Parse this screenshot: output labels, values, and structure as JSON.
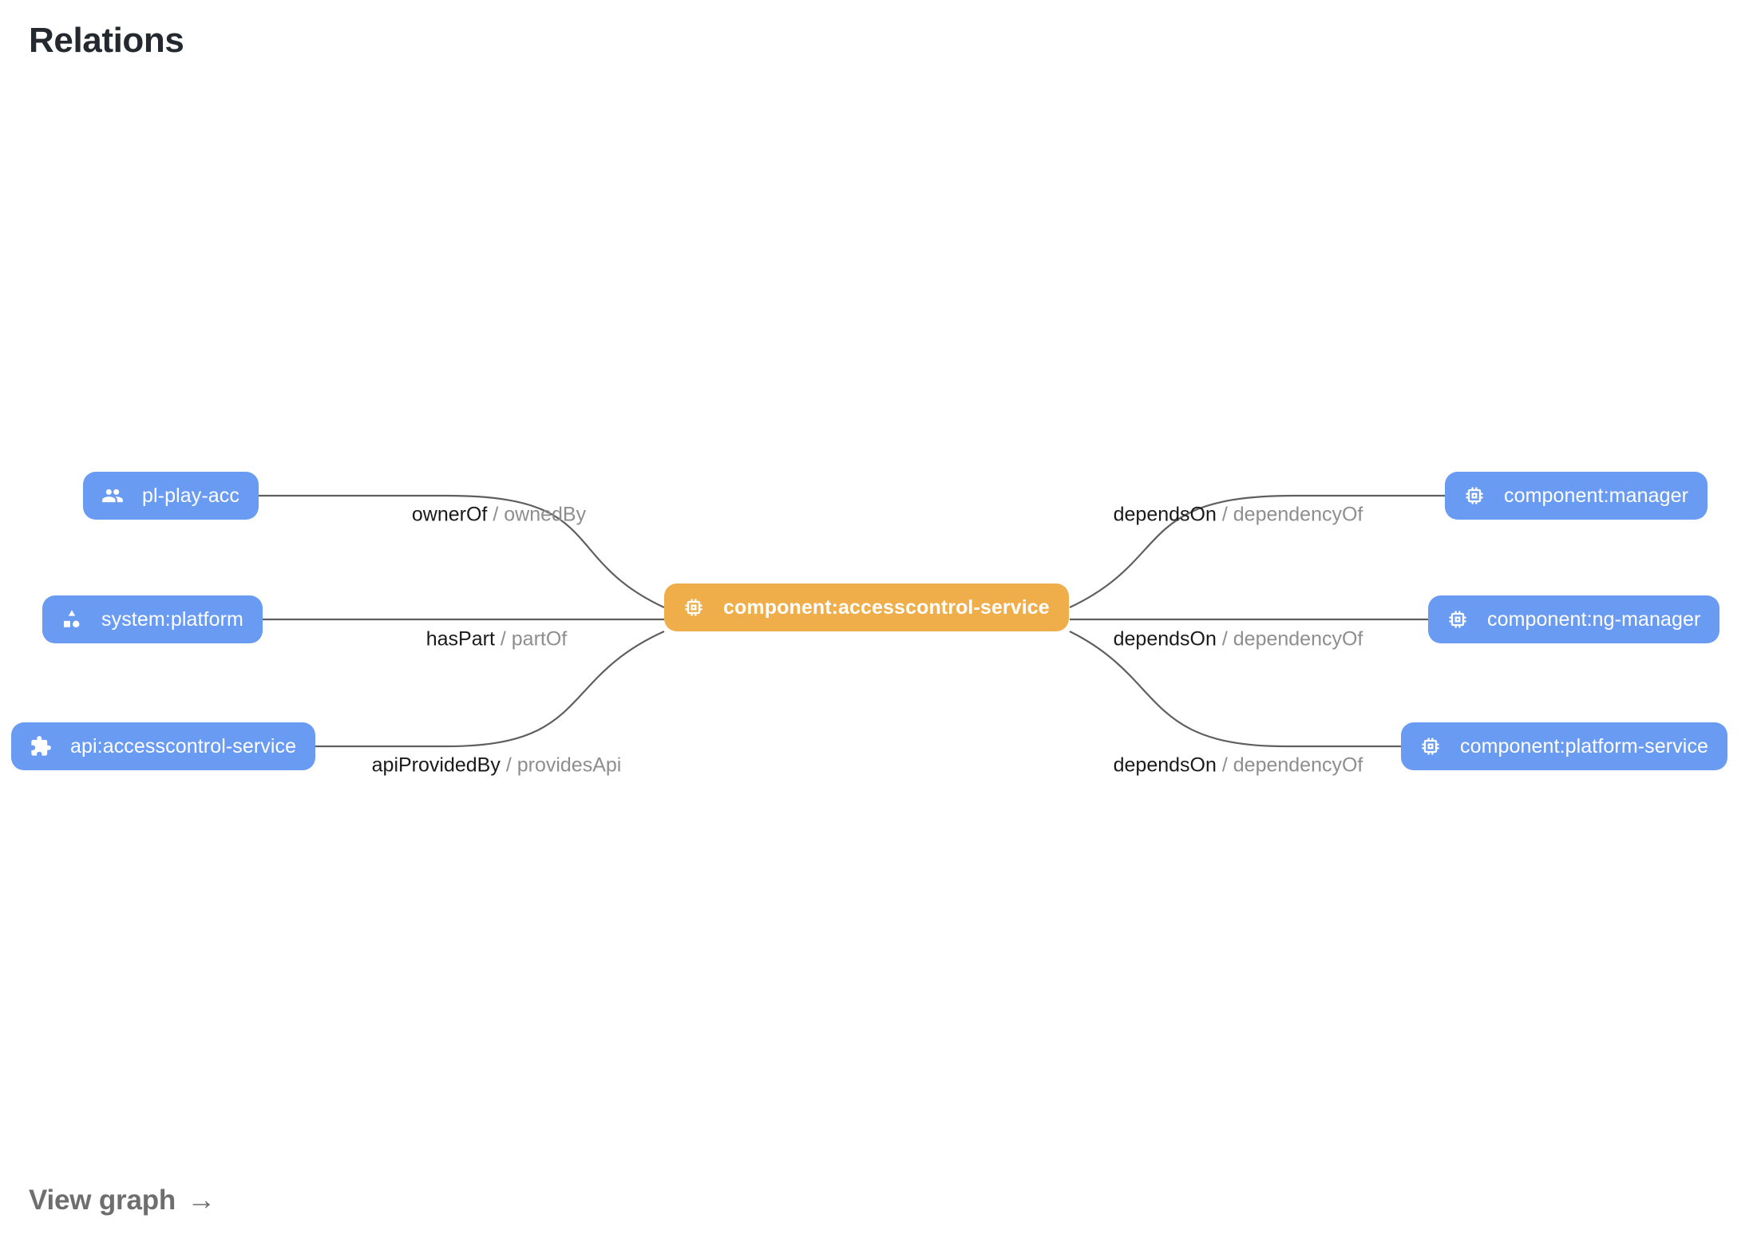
{
  "page": {
    "title": "Relations"
  },
  "footer": {
    "view_graph_label": "View graph",
    "arrow_glyph": "→"
  },
  "colors": {
    "node_default": "#6a9bf2",
    "node_focus": "#efae4a",
    "node_text": "#ffffff",
    "edge_line": "#5f5f5f",
    "edge_label_primary": "#1a1a1a",
    "edge_label_secondary": "#8e8e8e",
    "title_text": "#24292f",
    "link_text": "#6e6e6e",
    "background": "#ffffff"
  },
  "graph": {
    "focus_node": {
      "id": "component:accesscontrol-service",
      "label": "component:accesscontrol-service",
      "icon": "memory-chip-icon",
      "kind": "component"
    },
    "left_nodes": [
      {
        "id": "pl-play-acc",
        "label": "pl-play-acc",
        "icon": "group-people-icon",
        "kind": "group"
      },
      {
        "id": "system:platform",
        "label": "system:platform",
        "icon": "category-shapes-icon",
        "kind": "system"
      },
      {
        "id": "api:accesscontrol-service",
        "label": "api:accesscontrol-service",
        "icon": "puzzle-extension-icon",
        "kind": "api"
      }
    ],
    "right_nodes": [
      {
        "id": "component:manager",
        "label": "component:manager",
        "icon": "memory-chip-icon",
        "kind": "component"
      },
      {
        "id": "component:ng-manager",
        "label": "component:ng-manager",
        "icon": "memory-chip-icon",
        "kind": "component"
      },
      {
        "id": "component:platform-service",
        "label": "component:platform-service",
        "icon": "memory-chip-icon",
        "kind": "component"
      }
    ],
    "edges": [
      {
        "source": "pl-play-acc",
        "target": "component:accesscontrol-service",
        "forward": "ownerOf",
        "separator": "/",
        "reverse": "ownedBy"
      },
      {
        "source": "system:platform",
        "target": "component:accesscontrol-service",
        "forward": "hasPart",
        "separator": "/",
        "reverse": "partOf"
      },
      {
        "source": "api:accesscontrol-service",
        "target": "component:accesscontrol-service",
        "forward": "apiProvidedBy",
        "separator": "/",
        "reverse": "providesApi"
      },
      {
        "source": "component:accesscontrol-service",
        "target": "component:manager",
        "forward": "dependsOn",
        "separator": "/",
        "reverse": "dependencyOf"
      },
      {
        "source": "component:accesscontrol-service",
        "target": "component:ng-manager",
        "forward": "dependsOn",
        "separator": "/",
        "reverse": "dependencyOf"
      },
      {
        "source": "component:accesscontrol-service",
        "target": "component:platform-service",
        "forward": "dependsOn",
        "separator": "/",
        "reverse": "dependencyOf"
      }
    ]
  }
}
